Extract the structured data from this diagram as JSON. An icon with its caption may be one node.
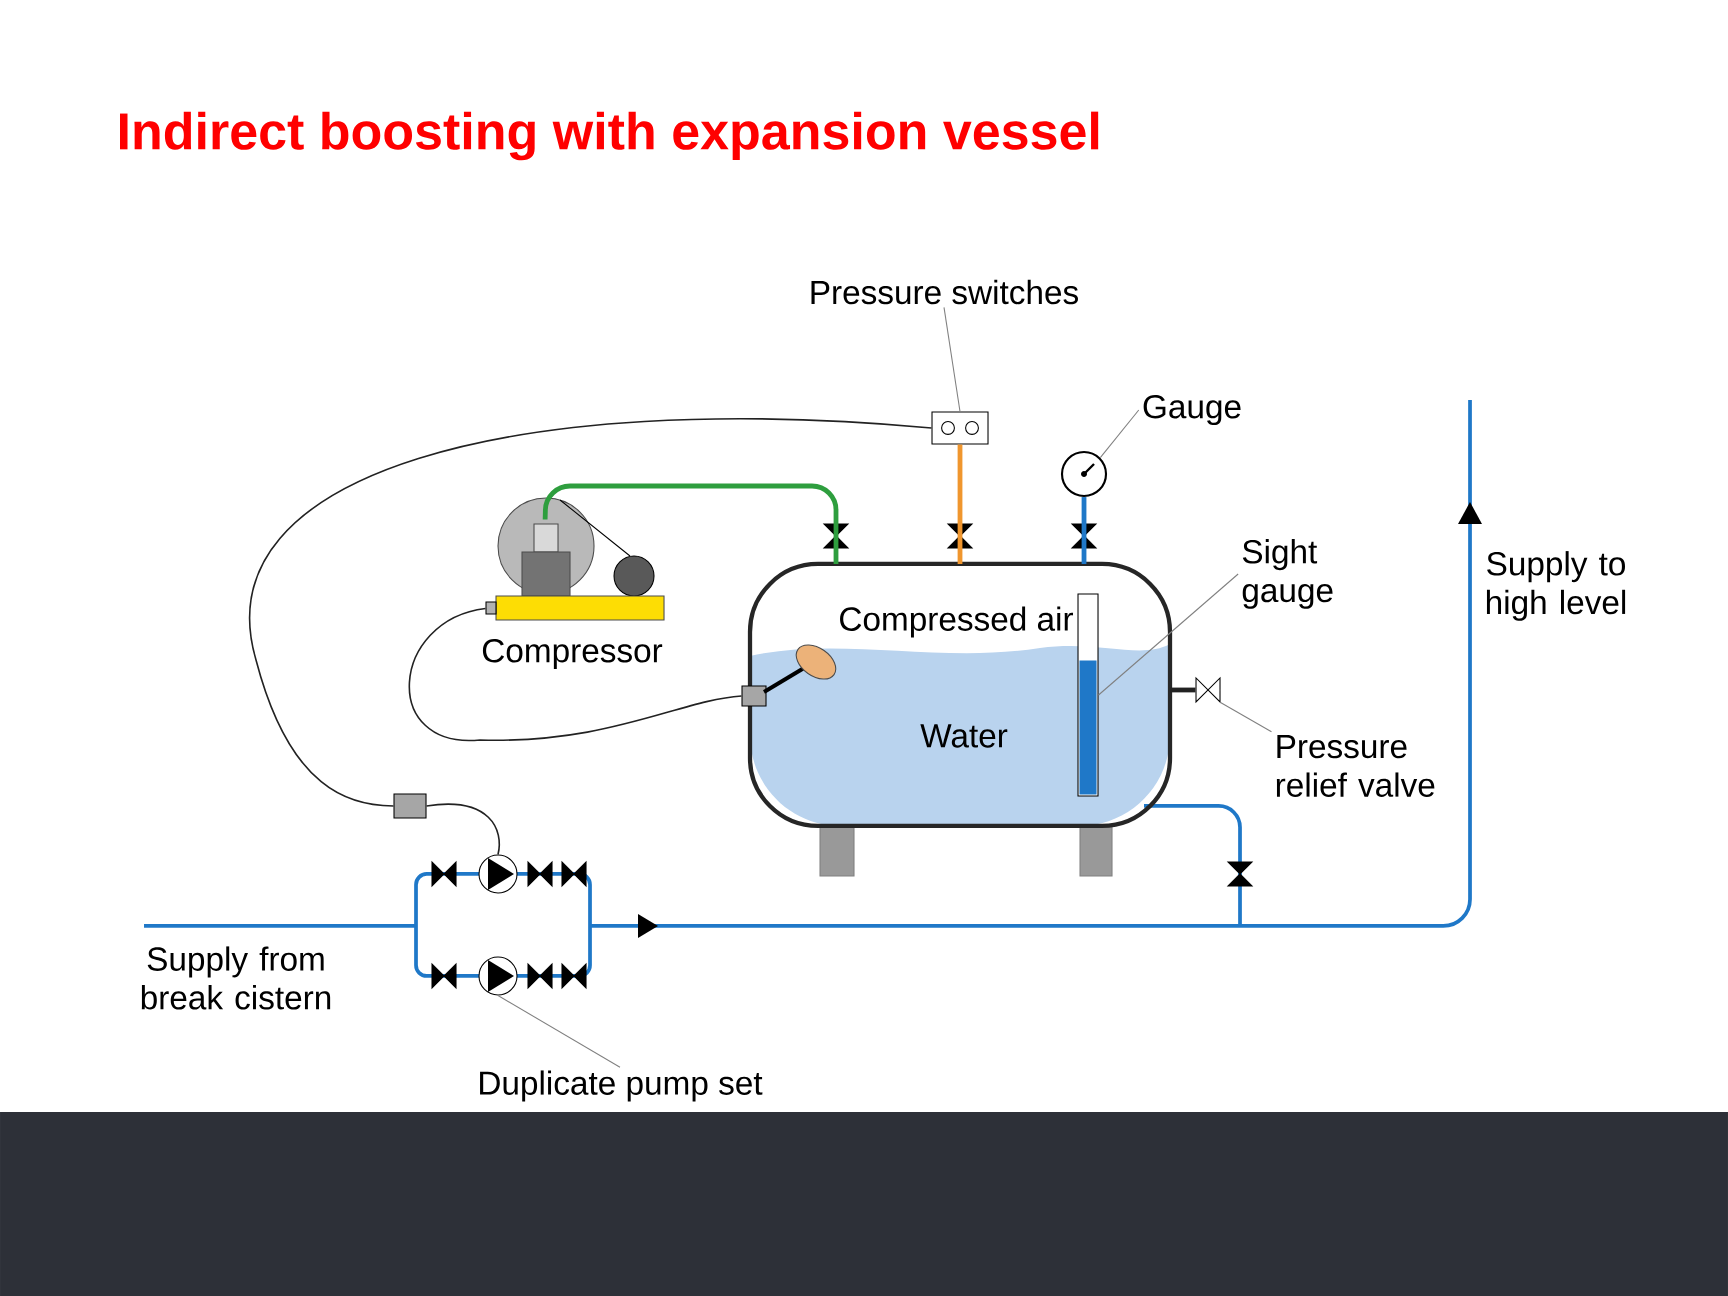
{
  "diagram": {
    "title": "Indirect boosting with expansion vessel",
    "nodes": [
      {
        "text": [
          "Pressure switches"
        ]
      },
      {
        "text": [],
        "shape": "box"
      },
      {
        "text": [
          "Gauge"
        ]
      },
      {
        "text": [],
        "shape": "circle"
      },
      {
        "text": [],
        "shape": "picture",
        "beside": [
          "Compressor"
        ]
      },
      {
        "text": [
          "Compressed air",
          "Water"
        ]
      },
      {
        "text": [
          "Sight gauge"
        ]
      },
      {
        "text": [],
        "shape": "bar",
        "in": 5
      },
      {
        "text": [],
        "shape": "box"
      },
      {
        "text": [
          "Pressure relief valve"
        ]
      },
      {
        "text": [],
        "shape": "valve"
      },
      {
        "text": [],
        "shape": "box"
      },
      {
        "text": [],
        "shape": "circle"
      },
      {
        "text": [],
        "shape": "circle"
      },
      {
        "text": [
          "Duplicate pump set"
        ]
      }
    ],
    "edges": [
      {
        "from": 0,
        "to": 1,
        "arrow": "none"
      },
      {
        "from": 2,
        "to": 3,
        "arrow": "none"
      },
      {
        "from": 6,
        "to": 7,
        "arrow": "none"
      },
      {
        "from": 9,
        "to": 10,
        "arrow": "none"
      },
      {
        "from": 14,
        "to": 13,
        "arrow": "none"
      },
      {
        "from": 4,
        "to": 5,
        "arrow": "none",
        "style": "thick",
        "color": "#2e9e3e"
      },
      {
        "from": 1,
        "to": 5,
        "arrow": "none",
        "style": "thick",
        "color": "#f0962e"
      },
      {
        "from": 3,
        "to": 5,
        "arrow": "none",
        "style": "thick",
        "color": "#1f78c8"
      },
      {
        "from": 1,
        "to": 11,
        "arrow": "none",
        "color": "#222222"
      },
      {
        "from": 4,
        "to": 8,
        "arrow": "none",
        "color": "#222222"
      },
      {
        "from": 11,
        "to": 12,
        "arrow": "none",
        "color": "#222222"
      },
      {
        "from": 5,
        "to": 10,
        "arrow": "none",
        "style": "thick",
        "color": "#222222"
      }
    ],
    "labels": [
      "Supply from break cistern",
      "Supply to high level"
    ]
  }
}
